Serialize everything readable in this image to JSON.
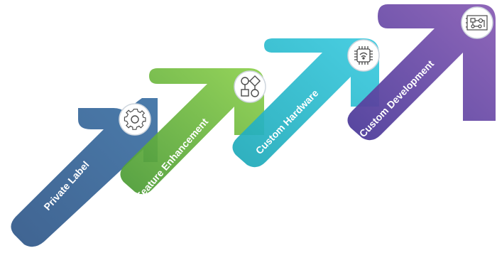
{
  "steps": [
    {
      "label": "Private Label",
      "icon": "gear-icon",
      "color": "#3d6a9a"
    },
    {
      "label": "Feature Enhancement",
      "icon": "flowchart-icon",
      "color": "#6fc03b"
    },
    {
      "label": "Custom Hardware",
      "icon": "chip-icon",
      "color": "#28c0d0"
    },
    {
      "label": "Custom  Development",
      "icon": "circuit-board-icon",
      "color": "#6e4aa6"
    }
  ]
}
